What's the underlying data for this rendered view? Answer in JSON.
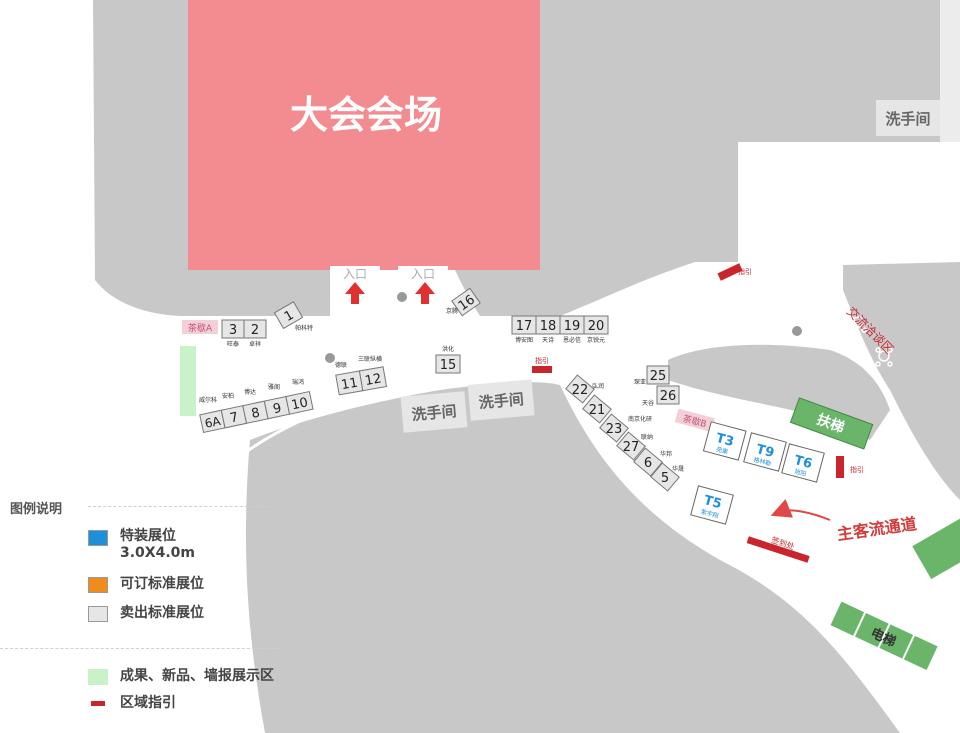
{
  "hall": {
    "title": "大会会场"
  },
  "restrooms": {
    "top_right": "洗手间",
    "center_a": "洗手间",
    "center_b": "洗手间"
  },
  "entrance": {
    "label_1": "入口",
    "label_2": "入口"
  },
  "signs": {
    "sign_1": "指引",
    "sign_2": "指引",
    "sign_3": "指引",
    "checkin": "签到处"
  },
  "tea_areas": {
    "a": "茶歇A",
    "b": "茶歇B"
  },
  "lounge": {
    "label": "交流洽谈区"
  },
  "escalator": {
    "label": "扶梯"
  },
  "elevator": {
    "label": "电梯"
  },
  "main_flow": {
    "label": "主客流通道"
  },
  "booths": [
    {
      "id": "1",
      "name": "帕科特"
    },
    {
      "id": "2",
      "name": "卓祥"
    },
    {
      "id": "3",
      "name": "旺泰"
    },
    {
      "id": "6A",
      "name": "威尔科"
    },
    {
      "id": "7",
      "name": "安柏"
    },
    {
      "id": "8",
      "name": "博达"
    },
    {
      "id": "9",
      "name": "雅阁"
    },
    {
      "id": "10",
      "name": "瑞鸿"
    },
    {
      "id": "11",
      "name": "德联"
    },
    {
      "id": "12",
      "name": "三联纵横"
    },
    {
      "id": "15",
      "name": "洪化"
    },
    {
      "id": "16",
      "name": "京腾"
    },
    {
      "id": "17",
      "name": "博安图"
    },
    {
      "id": "18",
      "name": "天诗"
    },
    {
      "id": "19",
      "name": "恩必信"
    },
    {
      "id": "20",
      "name": "京锐元"
    },
    {
      "id": "21",
      "name": ""
    },
    {
      "id": "22",
      "name": "弘润"
    },
    {
      "id": "23",
      "name": "南京化研"
    },
    {
      "id": "25",
      "name": "琛亚"
    },
    {
      "id": "26",
      "name": "天谷"
    },
    {
      "id": "27",
      "name": "联纳"
    },
    {
      "id": "6",
      "name": "华邦"
    },
    {
      "id": "5",
      "name": "华晟"
    }
  ],
  "special_booths": [
    {
      "id": "T3",
      "name": "苑果"
    },
    {
      "id": "T9",
      "name": "格林勒"
    },
    {
      "id": "T6",
      "name": "旭阳"
    },
    {
      "id": "T5",
      "name": "紫宇翔"
    }
  ],
  "legend": {
    "title": "图例说明",
    "special_label": "特装展位",
    "special_size": "3.0X4.0m",
    "available": "可订标准展位",
    "sold": "卖出标准展位",
    "display_zone": "成果、新品、墙报展示区",
    "area_guide": "区域指引"
  },
  "colors": {
    "hall": "#f28c90",
    "corridor": "#c8c8c8",
    "special": "#1e8fd9",
    "available": "#f08c1e",
    "sold": "#e6e6e6",
    "display": "#c9f2c9",
    "guide": "#c8262c",
    "green": "#6bb56b"
  }
}
